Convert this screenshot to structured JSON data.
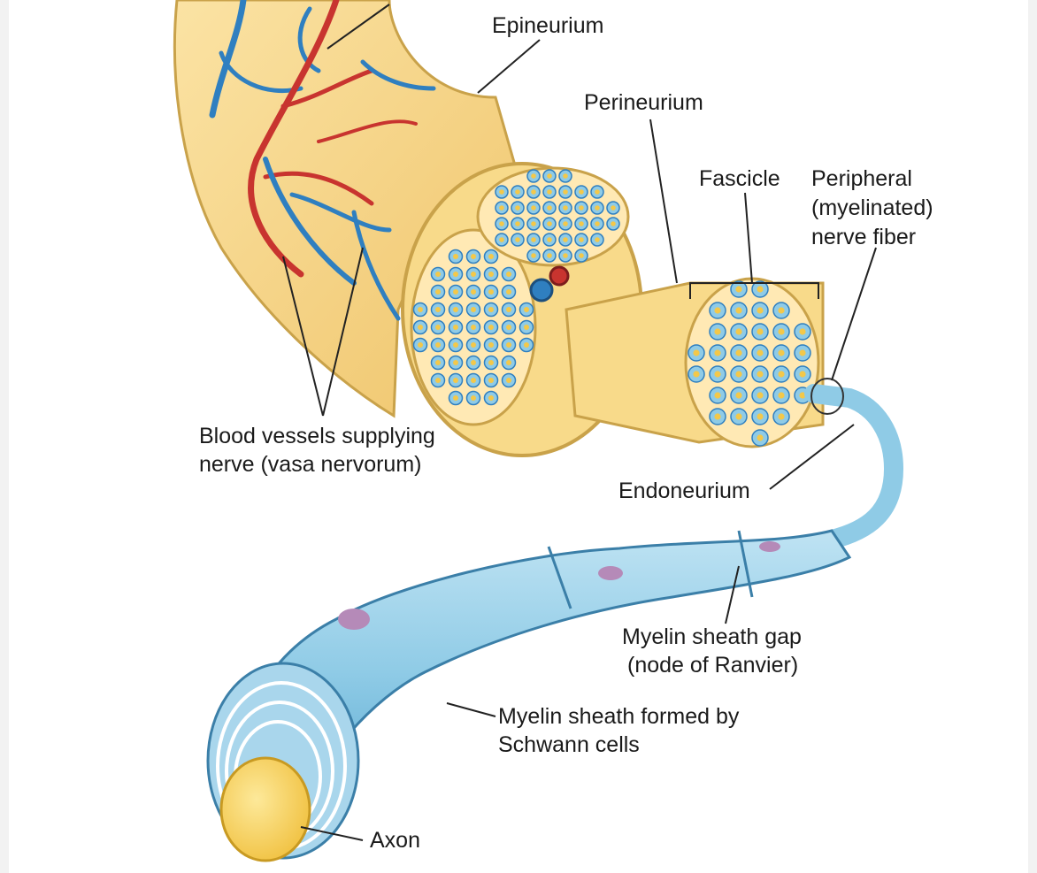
{
  "labels": {
    "epineurium": "Epineurium",
    "perineurium": "Perineurium",
    "fascicle": "Fascicle",
    "peripheral_l1": "Peripheral",
    "peripheral_l2": "(myelinated)",
    "peripheral_l3": "nerve fiber",
    "blood_l1": "Blood vessels supplying",
    "blood_l2": "nerve (vasa nervorum)",
    "endoneurium": "Endoneurium",
    "node_l1": "Myelin sheath gap",
    "node_l2": "(node of Ranvier)",
    "myelin_l1": "Myelin sheath formed by",
    "myelin_l2": "Schwann cells",
    "axon": "Axon"
  },
  "colors": {
    "nerve_yellow": "#f5d27a",
    "nerve_outline": "#c9a24a",
    "vein_blue": "#2f7fc0",
    "artery_red": "#c8342f",
    "myelin_blue": "#8fcbe6",
    "axon_yellow": "#f3c84a",
    "nucleus_purple": "#b58ab8"
  }
}
